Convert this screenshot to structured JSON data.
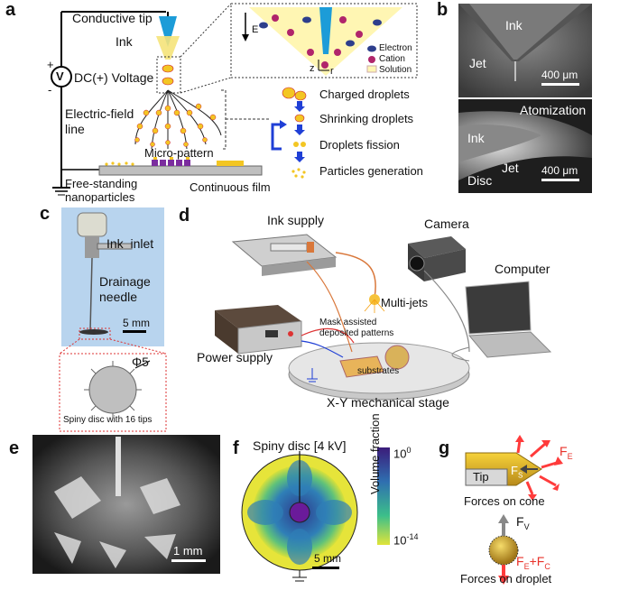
{
  "panels": {
    "a": {
      "label": "a",
      "conductive_tip": "Conductive tip",
      "ink": "Ink",
      "voltage": "DC(+) Voltage",
      "v_symbol": "V",
      "plus": "+",
      "minus": "-",
      "field_line": "Electric-field\nline",
      "micro_pattern": "Micro-pattern",
      "free_standing": "Free-standing\nnanoparticles",
      "continuous_film": "Continuous film",
      "e_label": "E",
      "z_label": "z",
      "r_label": "r",
      "legend": [
        "Electron",
        "Cation",
        "Solution"
      ],
      "steps": [
        "Charged droplets",
        "Shrinking droplets",
        "Droplets fission",
        "Particles generation"
      ]
    },
    "b": {
      "label": "b",
      "top_ink": "Ink",
      "top_jet": "Jet",
      "top_scale": "400 μm",
      "bottom_atomization": "Atomization",
      "bottom_ink": "Ink",
      "bottom_jet": "Jet",
      "bottom_disc": "Disc",
      "bottom_scale": "400 μm"
    },
    "c": {
      "label": "c",
      "ink_inlet": "Ink  inlet",
      "drainage": "Drainage\nneedle",
      "scale": "5 mm",
      "phi": "Φ5",
      "caption": "Spiny disc with 16 tips"
    },
    "d": {
      "label": "d",
      "ink_supply": "Ink supply",
      "camera": "Camera",
      "computer": "Computer",
      "multi_jets": "Multi-jets",
      "mask": "Mask assisted\ndeposited patterns",
      "substrates": "substrates",
      "power_supply": "Power supply",
      "stage": "X-Y mechanical stage"
    },
    "e": {
      "label": "e",
      "scale": "1 mm"
    },
    "f": {
      "label": "f",
      "title": "Spiny disc [4 kV]",
      "colorbar_title": "Volume fraction",
      "cb_top": "10",
      "cb_top_exp": "0",
      "cb_bottom": "10",
      "cb_bottom_exp": "-14",
      "scale": "5 mm"
    },
    "g": {
      "label": "g",
      "fe": "F",
      "fe_sub": "E",
      "fs": "F",
      "fs_sub": "S",
      "tip": "Tip",
      "cone_caption": "Forces on cone",
      "fv": "F",
      "fv_sub": "V",
      "fefc": "F",
      "fefc_sub1": "E",
      "fefc_mid": "+F",
      "fefc_sub2": "C",
      "droplet_caption": "Forces on droplet"
    }
  },
  "colors": {
    "blue": "#1f3fd6",
    "red": "#e8322a",
    "yellow": "#f3d23a",
    "purple": "#6a1b9a",
    "solution": "#fff3b0"
  }
}
